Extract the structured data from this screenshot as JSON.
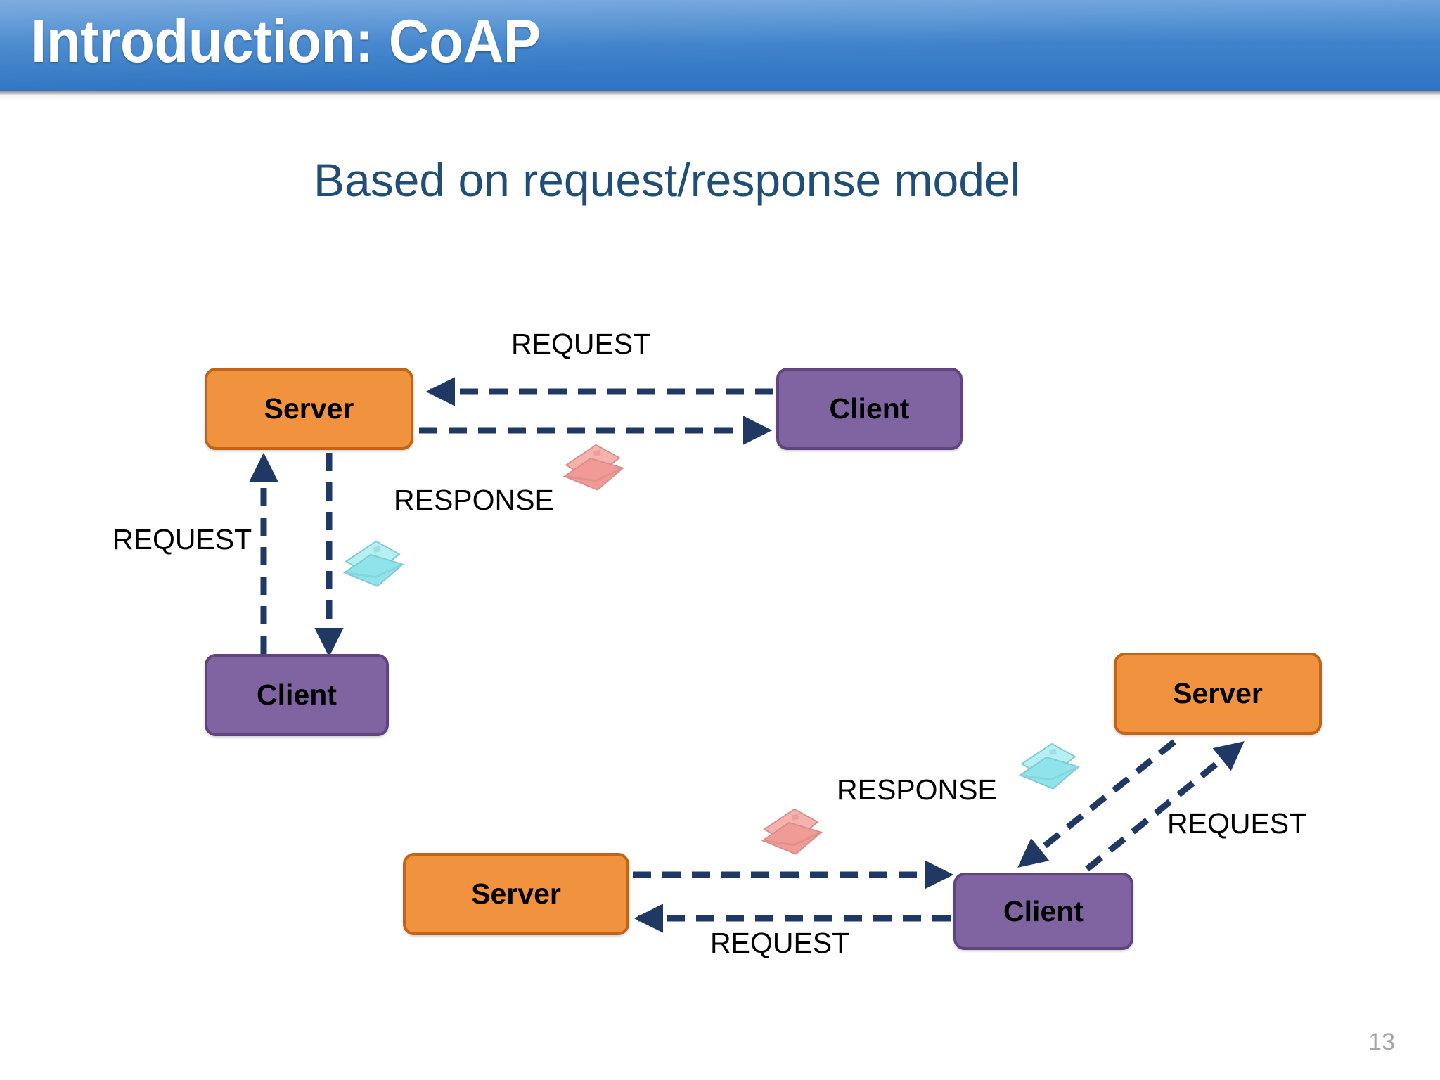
{
  "slide": {
    "title": "Introduction: CoAP",
    "subtitle": "Based on request/response model",
    "page_number": "13"
  },
  "colors": {
    "header_blue": "#3e82cb",
    "subtitle_navy": "#1f4e79",
    "server_fill": "#f0923e",
    "server_border": "#c0641a",
    "client_fill": "#8064a2",
    "client_border": "#5f447d",
    "arrow_navy": "#1f3864",
    "envelope_pink": "#f4a3a0",
    "envelope_cyan": "#8fe3ea",
    "page_number_gray": "#a6a6a6"
  },
  "diagram_top": {
    "nodes": [
      {
        "id": "top-server",
        "label": "Server"
      },
      {
        "id": "top-client",
        "label": "Client"
      },
      {
        "id": "left-client",
        "label": "Client"
      }
    ],
    "labels": [
      {
        "id": "top-request",
        "text": "REQUEST"
      },
      {
        "id": "top-response",
        "text": "RESPONSE"
      },
      {
        "id": "left-request",
        "text": "REQUEST"
      }
    ],
    "envelopes": [
      {
        "id": "top-pink-envelope",
        "kind": "pink-envelope-icon"
      },
      {
        "id": "top-cyan-envelope",
        "kind": "cyan-envelope-icon"
      }
    ]
  },
  "diagram_bottom": {
    "nodes": [
      {
        "id": "bottom-server",
        "label": "Server"
      },
      {
        "id": "bottom-client",
        "label": "Client"
      },
      {
        "id": "right-server",
        "label": "Server"
      }
    ],
    "labels": [
      {
        "id": "bottom-request",
        "text": "REQUEST"
      },
      {
        "id": "bottom-response",
        "text": "RESPONSE"
      },
      {
        "id": "right-request",
        "text": "REQUEST"
      }
    ],
    "envelopes": [
      {
        "id": "bottom-pink-envelope",
        "kind": "pink-envelope-icon"
      },
      {
        "id": "bottom-cyan-envelope",
        "kind": "cyan-envelope-icon"
      }
    ]
  }
}
